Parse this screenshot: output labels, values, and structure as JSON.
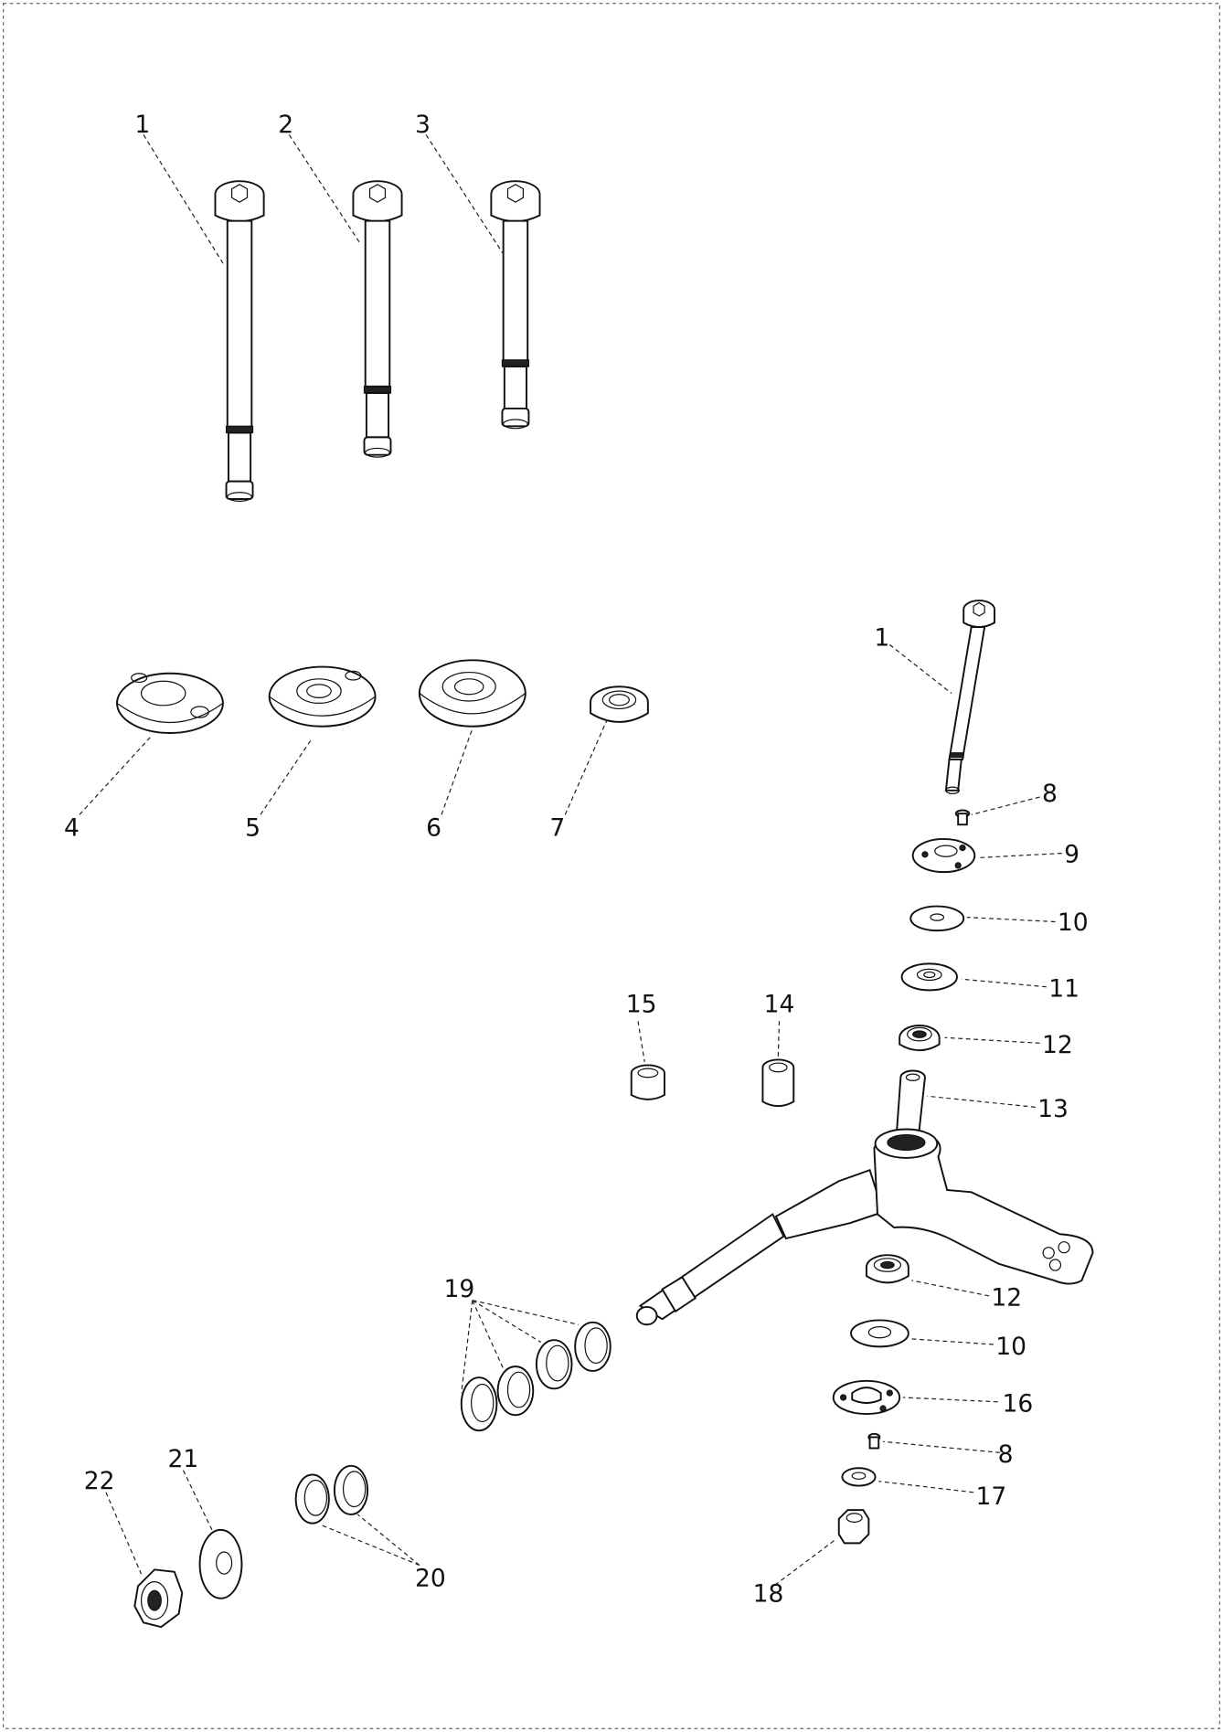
{
  "callouts": [
    {
      "id": "c1a",
      "text": "1"
    },
    {
      "id": "c2",
      "text": "2"
    },
    {
      "id": "c3",
      "text": "3"
    },
    {
      "id": "c4",
      "text": "4"
    },
    {
      "id": "c5",
      "text": "5"
    },
    {
      "id": "c6",
      "text": "6"
    },
    {
      "id": "c7",
      "text": "7"
    },
    {
      "id": "c1b",
      "text": "1"
    },
    {
      "id": "c8a",
      "text": "8"
    },
    {
      "id": "c9",
      "text": "9"
    },
    {
      "id": "c10a",
      "text": "10"
    },
    {
      "id": "c11",
      "text": "11"
    },
    {
      "id": "c12a",
      "text": "12"
    },
    {
      "id": "c13",
      "text": "13"
    },
    {
      "id": "c15",
      "text": "15"
    },
    {
      "id": "c14",
      "text": "14"
    },
    {
      "id": "c19",
      "text": "19"
    },
    {
      "id": "c12b",
      "text": "12"
    },
    {
      "id": "c10b",
      "text": "10"
    },
    {
      "id": "c16",
      "text": "16"
    },
    {
      "id": "c8b",
      "text": "8"
    },
    {
      "id": "c17",
      "text": "17"
    },
    {
      "id": "c18",
      "text": "18"
    },
    {
      "id": "c22",
      "text": "22"
    },
    {
      "id": "c21",
      "text": "21"
    },
    {
      "id": "c20",
      "text": "20"
    }
  ]
}
